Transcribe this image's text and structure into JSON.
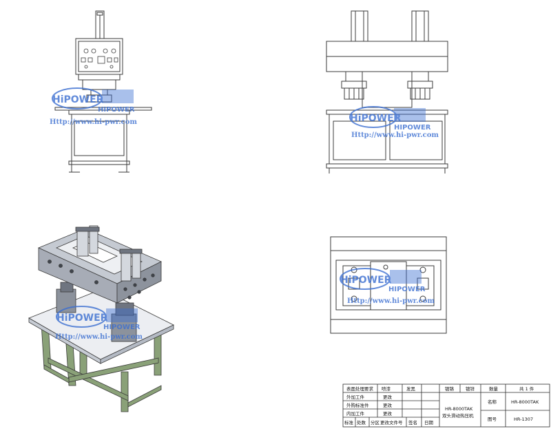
{
  "watermark": {
    "brand_logo": "HiPOWER",
    "brand_text": "HIPOWER",
    "url": "Http://www.hi-pwr.com"
  },
  "colors": {
    "line": "#3a3a3a",
    "frame_green": "#8aa178",
    "frame_dark": "#566b49",
    "body_grey": "#a7acb6",
    "body_dark": "#6f7580",
    "watermark_blue": "#3b6fd1"
  },
  "title_block": {
    "r0": [
      "表面处理要求",
      "喷漆",
      "发黑",
      "镀铬",
      "镀锌",
      "数量",
      "共 1 件"
    ],
    "r1": [
      "外加工件",
      "更改"
    ],
    "r2": [
      "外购标准件",
      "更改"
    ],
    "r3": [
      "内加工件",
      "更改"
    ],
    "r4": [
      "标准",
      "处数",
      "分区",
      "更改文件号",
      "签名",
      "日期"
    ],
    "model": "HR-8000TAK",
    "product_name": "双头滑动热压机",
    "name_label": "名称",
    "name_value": "HR-8000TAK",
    "drawing_label": "图号",
    "drawing_value": "HR-1307"
  }
}
